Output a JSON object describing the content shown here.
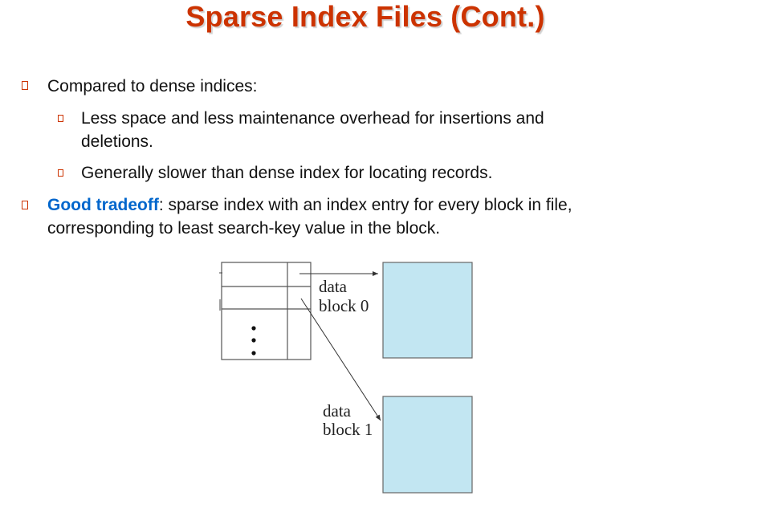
{
  "slide": {
    "title": "Sparse Index Files (Cont.)",
    "bullets": [
      {
        "text": "Compared to dense indices:"
      },
      {
        "sub": [
          {
            "line1": "Less space and less maintenance overhead for insertions and",
            "line2": "deletions."
          },
          {
            "line1": "Generally slower than dense index for locating records."
          }
        ]
      },
      {
        "highlight": "Good tradeoff",
        "rest": ": sparse index with an index entry for every block in file,",
        "line2": "corresponding to least search-key value in the block."
      }
    ]
  },
  "figure": {
    "label_block0_line1": "data",
    "label_block0_line2": "block 0",
    "label_block1_line1": "data",
    "label_block1_line2": "block 1",
    "block_fill": "#c2e6f2"
  }
}
